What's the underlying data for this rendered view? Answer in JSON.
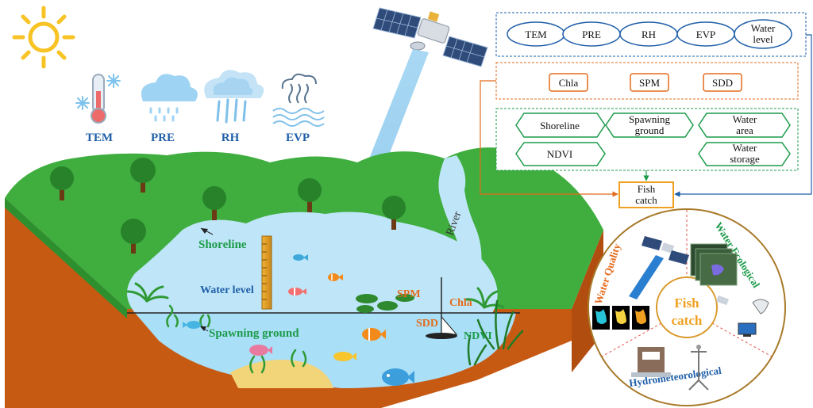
{
  "weather": {
    "tem": "TEM",
    "pre": "PRE",
    "rh": "RH",
    "evp": "EVP"
  },
  "scene": {
    "shoreline": "Shoreline",
    "water_level": "Water level",
    "spawning_ground": "Spawning ground",
    "spm": "SPM",
    "chla": "Chla",
    "sdd": "SDD",
    "ndvi": "NDVI",
    "river": "River"
  },
  "panel": {
    "meteo": [
      "TEM",
      "PRE",
      "RH",
      "EVP"
    ],
    "meteo_water_level_1": "Water",
    "meteo_water_level_2": "level",
    "quality": [
      "Chla",
      "SPM",
      "SDD"
    ],
    "eco_shoreline": "Shoreline",
    "eco_spawning_1": "Spawning",
    "eco_spawning_2": "ground",
    "eco_water_area_1": "Water",
    "eco_water_area_2": "area",
    "eco_ndvi": "NDVI",
    "eco_water_storage_1": "Water",
    "eco_water_storage_2": "storage",
    "fish_catch_1": "Fish",
    "fish_catch_2": "catch"
  },
  "circle": {
    "center_1": "Fish",
    "center_2": "catch",
    "water_quality": "Water Quality",
    "water_ecological": "Water Ecological",
    "hydrometeorological": "Hydrometeorological"
  },
  "colors": {
    "blue": "#1f5fa8",
    "orange": "#e36b1c",
    "green": "#1c9b4a",
    "gold": "#c8952a"
  }
}
